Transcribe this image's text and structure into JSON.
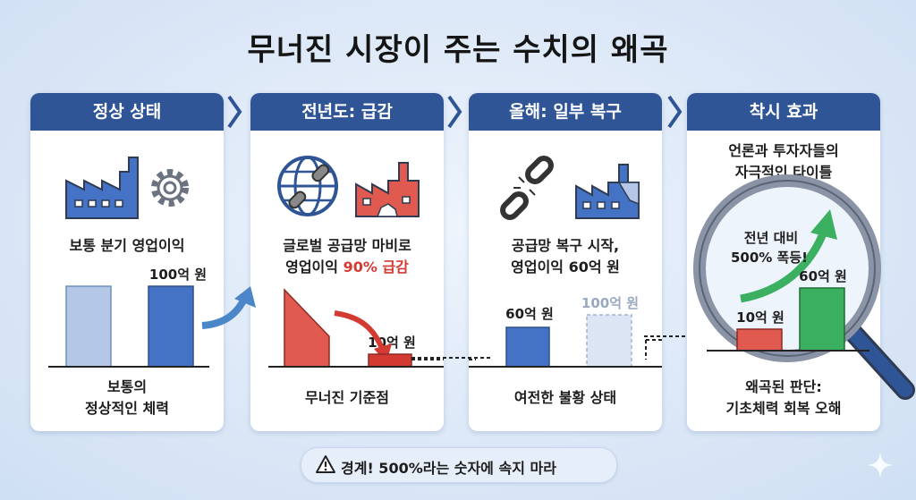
{
  "title": "무너진 시장이 주는 수치의 왜곡",
  "panels": [
    {
      "header": "정상 상태",
      "caption": "보통 분기 영업이익",
      "value_label": "100억 원",
      "bottom": [
        "보통의",
        "정상적인 체력"
      ],
      "icons": [
        "factory-icon",
        "gear-icon"
      ]
    },
    {
      "header": "전년도: 급감",
      "caption_line1": "글로벌 공급망 마비로",
      "caption_line2_prefix": "영업이익 ",
      "caption_line2_emph": "90% 급감",
      "value_label": "10억 원",
      "bottom": [
        "무너진 기준점"
      ],
      "icons": [
        "broken-globe-chain-icon",
        "damaged-factory-icon"
      ]
    },
    {
      "header": "올해: 일부 복구",
      "caption": [
        "공급망 복구 시작,",
        "영업이익 60억 원"
      ],
      "value_label": "60억 원",
      "ghost_label": "100억 원",
      "bottom": [
        "여전한 불황 상태"
      ],
      "icons": [
        "broken-chain-icon",
        "recovering-factory-icon"
      ]
    },
    {
      "header": "착시 효과",
      "caption": [
        "언론과 투자자들의",
        "자극적인 타이틀"
      ],
      "headline": [
        "전년 대비",
        "500% 폭등!"
      ],
      "small_label": "10억 원",
      "large_label": "60억 원",
      "bottom": [
        "왜곡된 판단:",
        "기초체력 회복 오해"
      ],
      "icons": [
        "magnifier-icon",
        "up-arrow-icon"
      ]
    }
  ],
  "warning": "경계! 500%라는 숫자에 속지 마라",
  "chart_data": {
    "type": "bar",
    "unit": "억 원",
    "categories": [
      "정상 상태",
      "전년도",
      "올해"
    ],
    "values": [
      100,
      10,
      60
    ]
  },
  "colors": {
    "header": "#2f5597",
    "bar_blue": "#4472c4",
    "bar_light": "#b4c7e7",
    "bar_red": "#e05a4f",
    "bar_green": "#3cb061",
    "arrow_red": "#d33a32"
  }
}
